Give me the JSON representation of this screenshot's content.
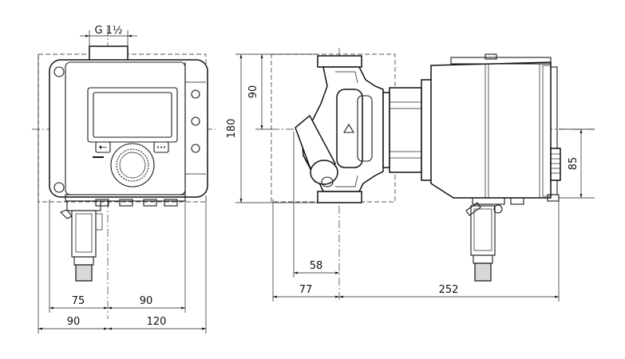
{
  "thread_label": "G 1½",
  "front_view": {
    "width_left_upper": "75",
    "width_right_upper": "90",
    "width_left_lower": "90",
    "width_right_lower": "120"
  },
  "side_view": {
    "overall_height": "180",
    "upper_height": "90",
    "motor_offset": "85",
    "inlet_depth": "58",
    "pump_depth": "77",
    "motor_length": "252"
  }
}
